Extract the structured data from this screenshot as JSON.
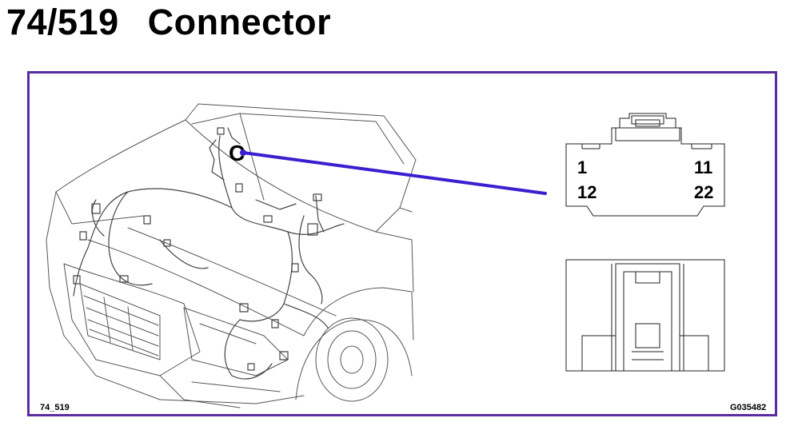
{
  "header": {
    "code": "74/519",
    "title": "Connector"
  },
  "diagram": {
    "marker_letter": "C",
    "pins": {
      "top_left": "1",
      "top_right": "11",
      "bottom_left": "12",
      "bottom_right": "22"
    },
    "ref_left": "74_519",
    "ref_right": "G035482",
    "colors": {
      "frame": "#5a2ca0",
      "leader_line": "#3a1fd0",
      "line_art": "#555555"
    }
  }
}
